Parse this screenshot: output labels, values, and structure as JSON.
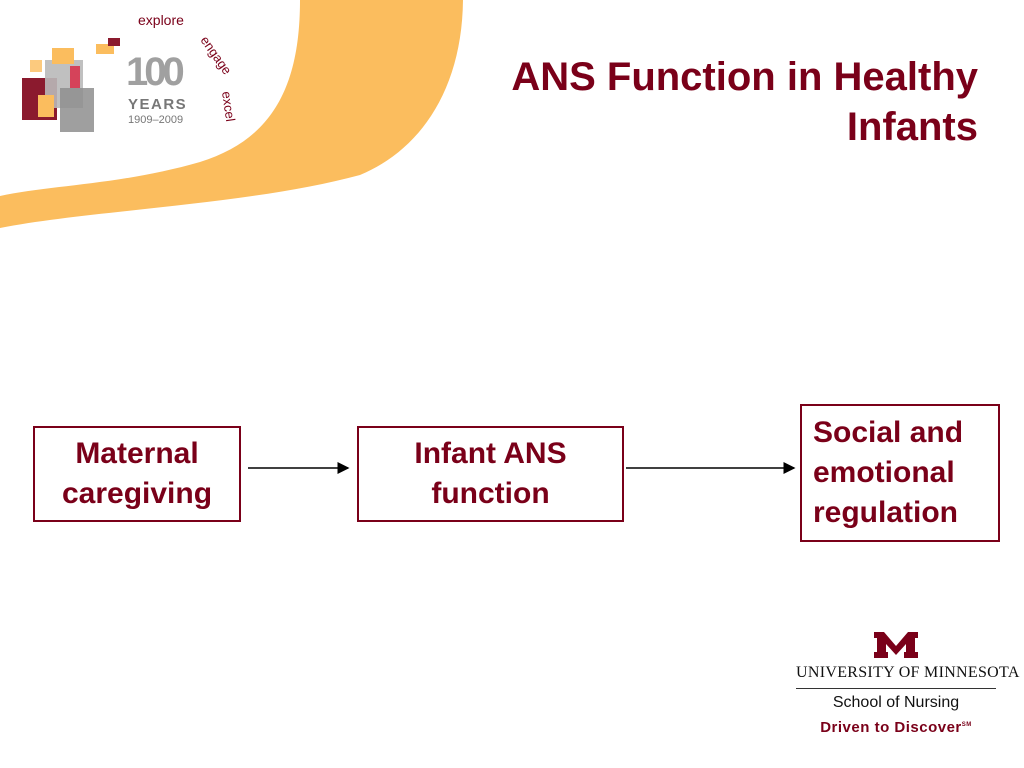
{
  "slide": {
    "title": "ANS Function in Healthy Infants"
  },
  "logo": {
    "tagline_words": [
      "explore",
      "engage",
      "excel"
    ],
    "number": "100",
    "years": "YEARS",
    "range": "1909–2009"
  },
  "diagram": {
    "nodes": [
      {
        "id": "maternal",
        "label": "Maternal\ncaregiving"
      },
      {
        "id": "infant",
        "label": "Infant ANS\nfunction"
      },
      {
        "id": "social",
        "label": "Social and\nemotional\nregulation"
      }
    ],
    "edges": [
      {
        "from": "maternal",
        "to": "infant"
      },
      {
        "from": "infant",
        "to": "social"
      }
    ]
  },
  "footer": {
    "university": "UNIVERSITY OF MINNESOTA",
    "school": "School of Nursing",
    "tagline": "Driven to Discover",
    "tagline_mark": "SM"
  },
  "colors": {
    "maroon": "#7a0019",
    "gold": "#fbbd5e"
  }
}
